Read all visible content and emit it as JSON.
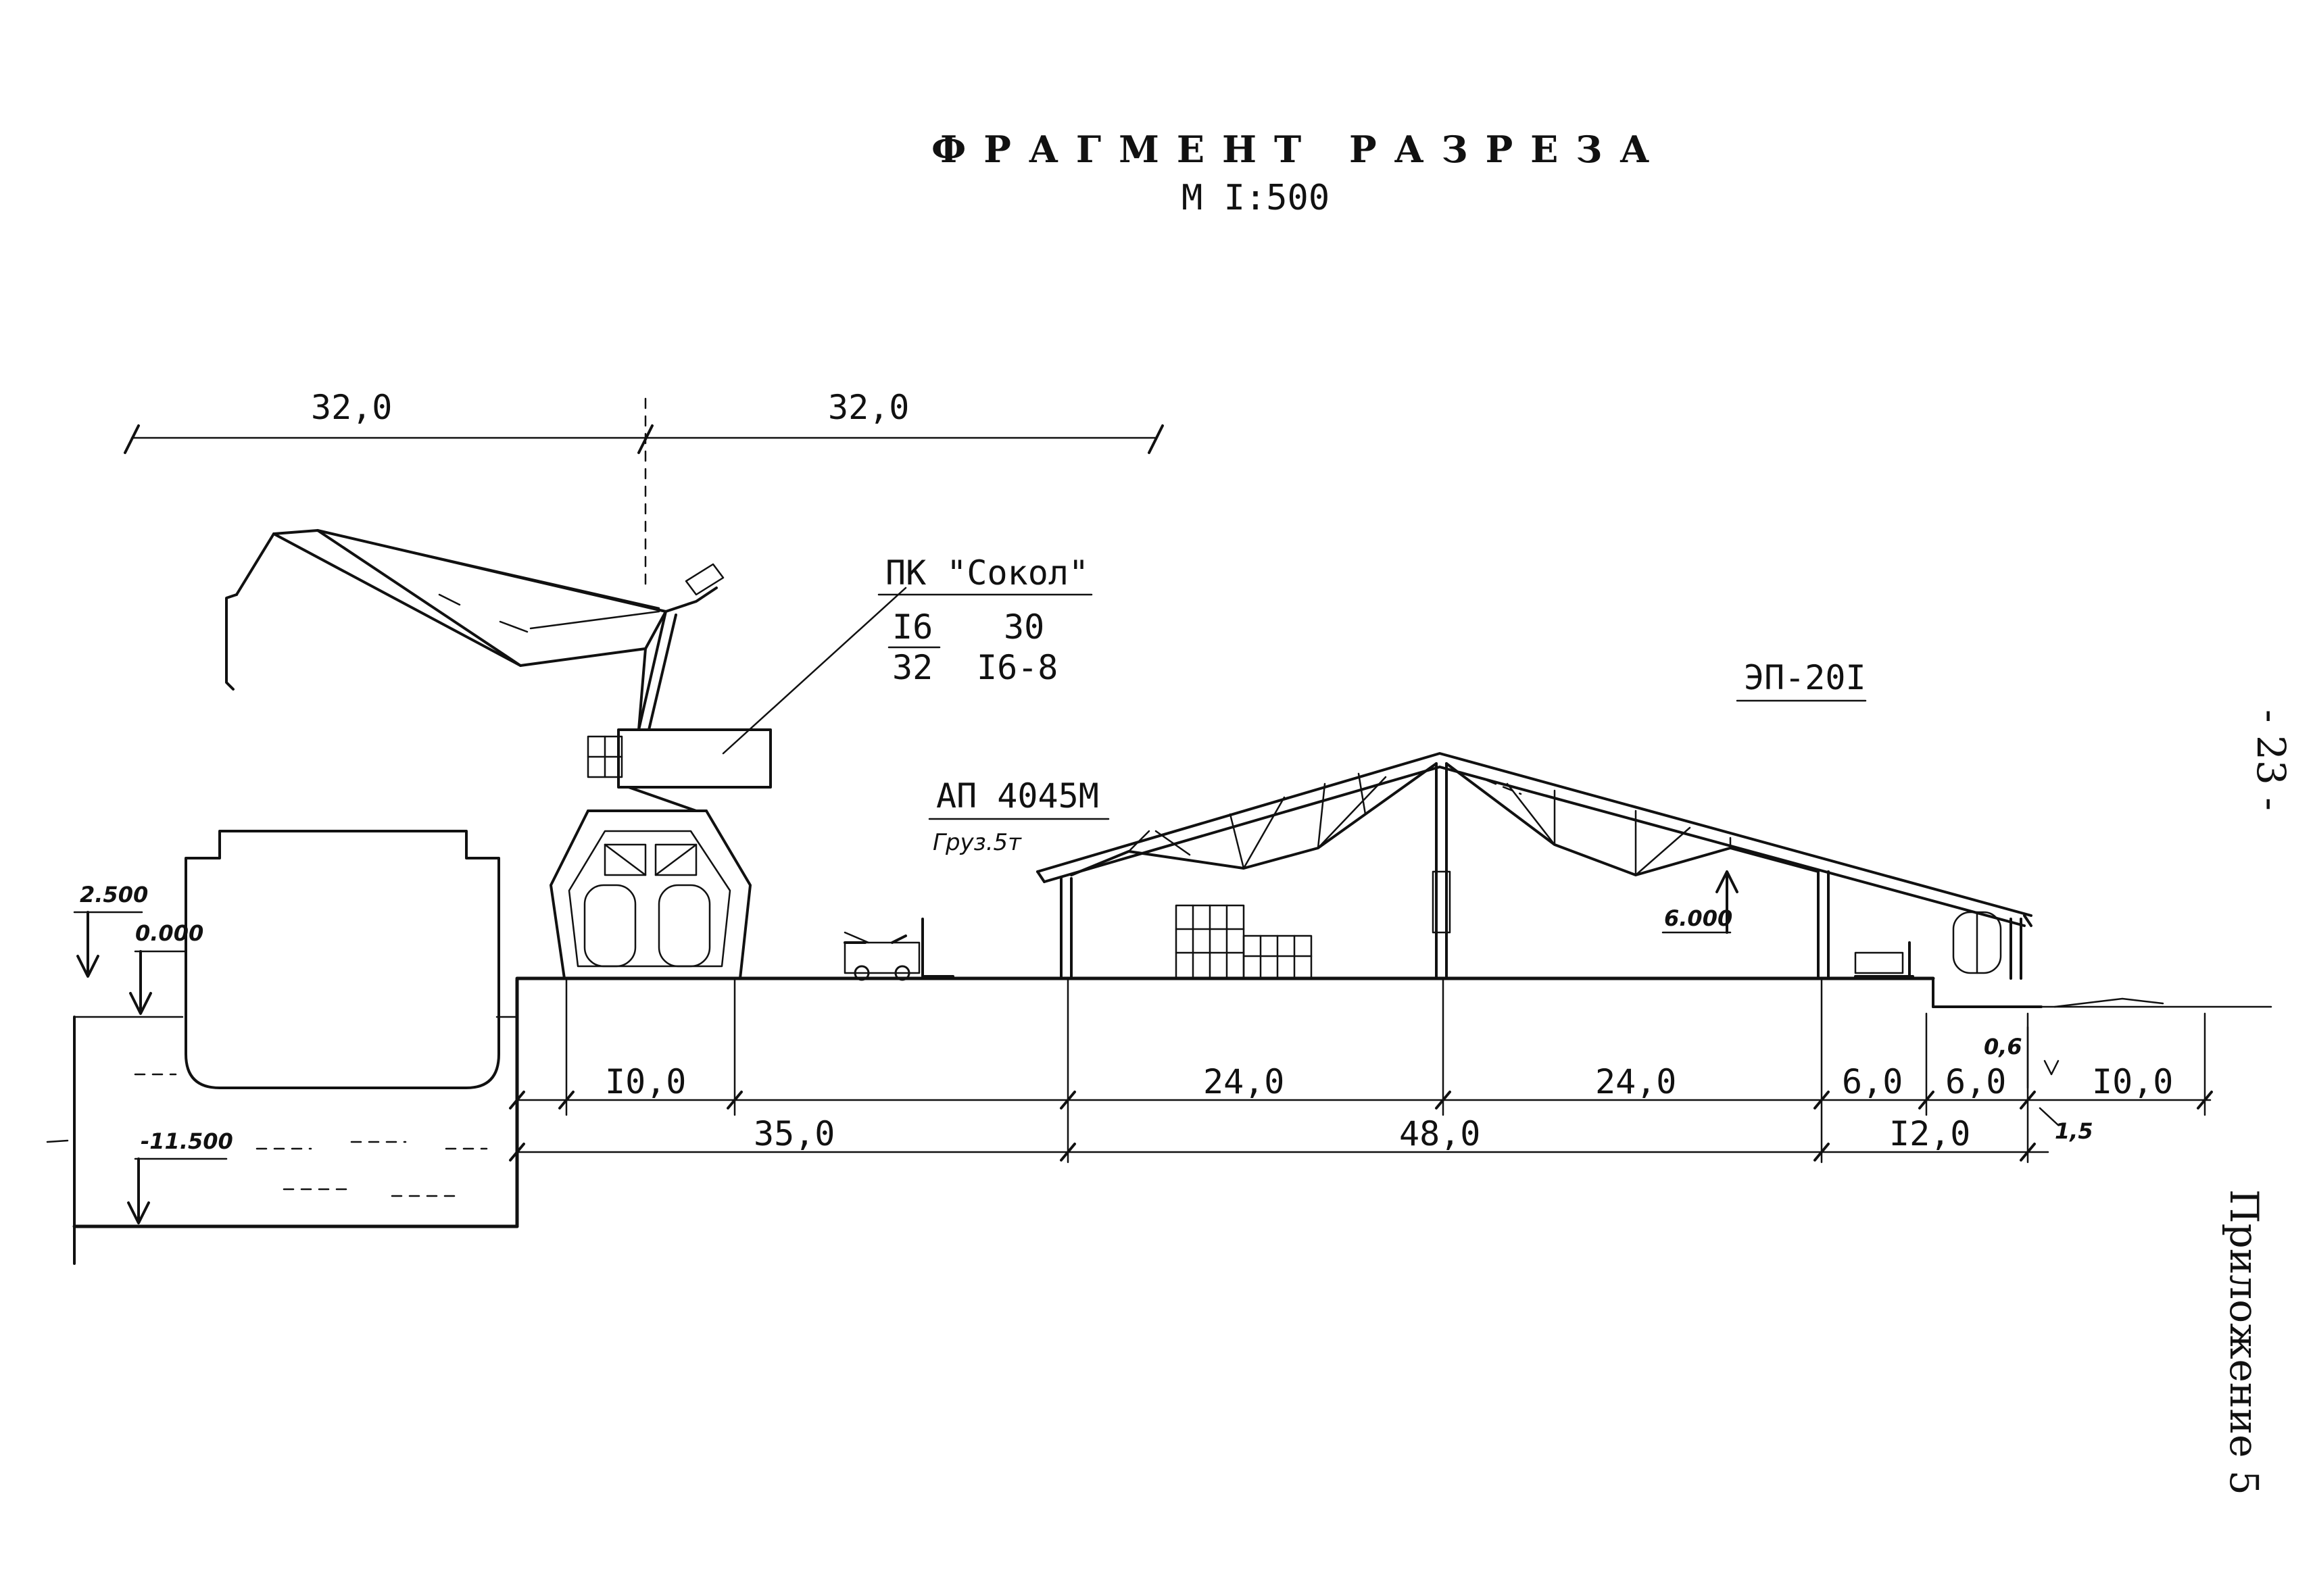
{
  "title": "ФРАГМЕНТ РАЗРЕЗА",
  "scale": "М I:500",
  "page_number": "- 23 -",
  "appendix": "Приложение 5",
  "crane": {
    "label": "ПК \"Сокол\"",
    "spec_row1_num": "I6",
    "spec_row1_val": "30",
    "spec_row2_num": "32",
    "spec_row2_val": "I6-8"
  },
  "forklift": {
    "label": "АП 4045М",
    "capacity": "Груз.5т"
  },
  "warehouse": {
    "label": "ЭП-20I",
    "height_mark": "6.000"
  },
  "elevations": {
    "top": "2.500",
    "zero": "0.000",
    "bottom": "-11.500"
  },
  "dimensions": {
    "top_left": "32,0",
    "top_right": "32,0",
    "row1": [
      "I0,0",
      "24,0",
      "24,0",
      "6,0",
      "6,0",
      "I0,0"
    ],
    "row2": [
      "35,0",
      "48,0",
      "I2,0"
    ],
    "small_0_6": "0,6",
    "small_1_5": "1,5"
  },
  "colors": {
    "ink": "#111111",
    "paper": "#ffffff"
  }
}
